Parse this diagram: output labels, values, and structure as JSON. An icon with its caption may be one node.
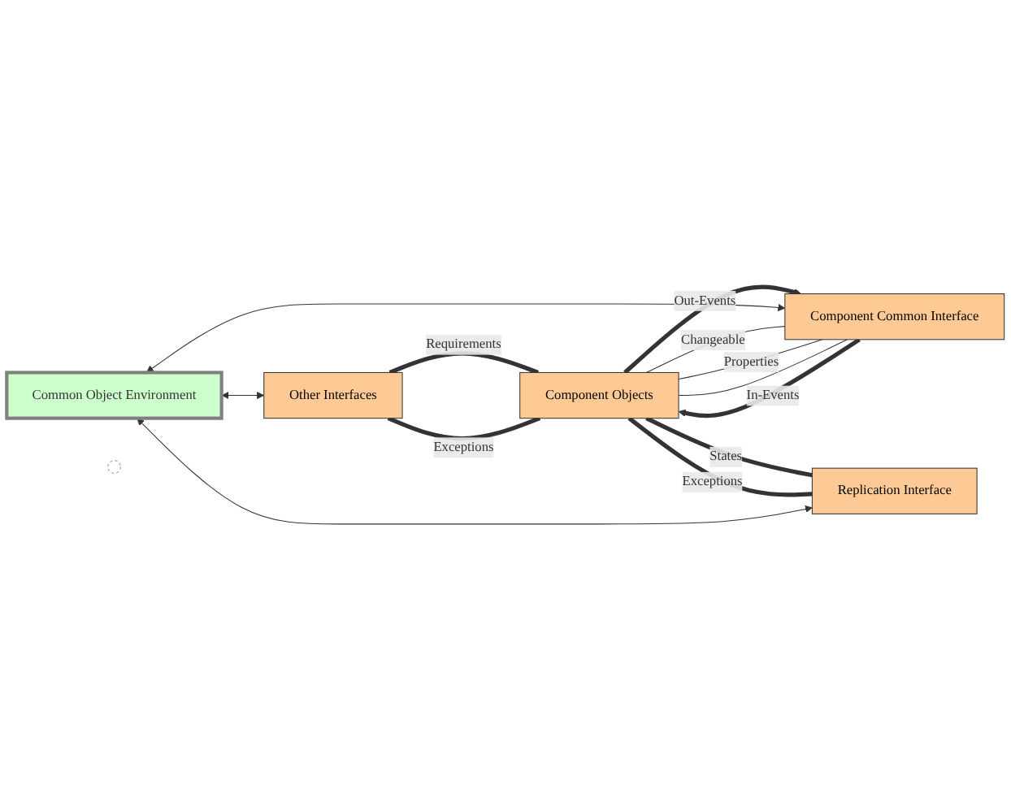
{
  "diagram": {
    "nodes": [
      {
        "text": [
          "Common Object Environment"
        ]
      },
      {
        "text": [
          "Other Interfaces"
        ]
      },
      {
        "text": [
          "Component Common Interface"
        ]
      },
      {
        "text": [
          "Component Objects"
        ]
      },
      {
        "text": [
          "Replication Interface"
        ]
      },
      {
        "text": [],
        "shape": "circle"
      }
    ],
    "edges": [
      {
        "from": 0,
        "to": 1,
        "arrow": "both"
      },
      {
        "from": 1,
        "to": 3,
        "arrow": "none",
        "label": "Requirements",
        "style": "thick"
      },
      {
        "from": 1,
        "to": 3,
        "arrow": "none",
        "label": "Exceptions",
        "style": "thick"
      },
      {
        "from": 2,
        "to": 3,
        "arrow": "none",
        "label": "Changeable"
      },
      {
        "from": 2,
        "to": 3,
        "arrow": "none",
        "label": "Properties"
      },
      {
        "from": 2,
        "to": 3,
        "arrow": "none"
      },
      {
        "from": 3,
        "to": 2,
        "arrow": "to",
        "label": "Out-Events",
        "style": "thick"
      },
      {
        "from": 0,
        "to": 2,
        "arrow": "both"
      },
      {
        "from": 2,
        "to": 3,
        "arrow": "to",
        "label": "In-Events",
        "style": "thick"
      },
      {
        "from": 3,
        "to": 4,
        "arrow": "none",
        "label": "States",
        "style": "thick"
      },
      {
        "from": 3,
        "to": 4,
        "arrow": "none",
        "label": "Exceptions",
        "style": "thick"
      },
      {
        "from": 0,
        "to": 4,
        "arrow": "both"
      }
    ]
  }
}
